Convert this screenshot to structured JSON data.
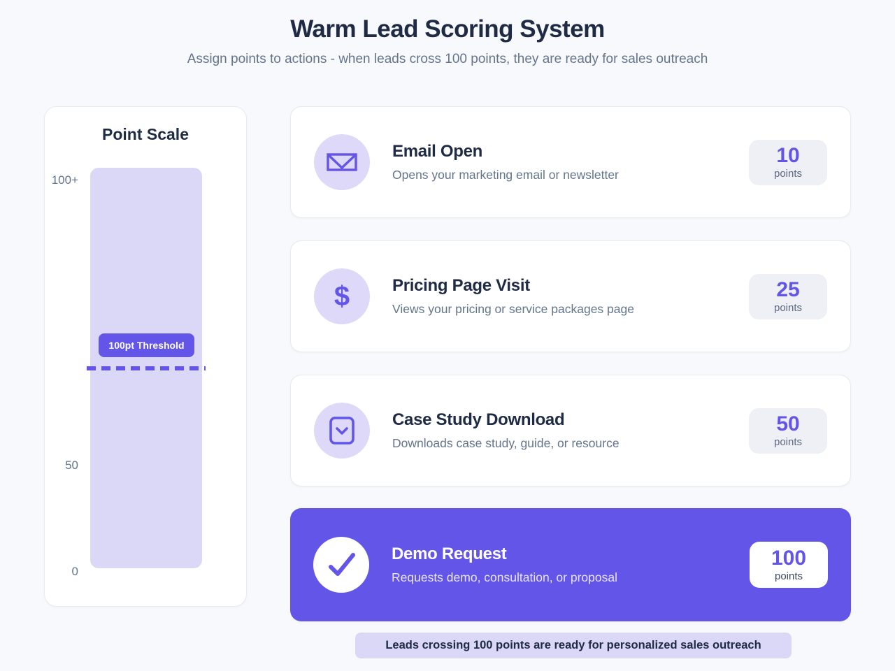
{
  "header": {
    "title": "Warm Lead Scoring System",
    "subtitle": "Assign points to actions - when leads cross 100 points, they are ready for sales outreach"
  },
  "scale_panel": {
    "title": "Point Scale",
    "ticks": [
      {
        "label": "100+",
        "value": 100
      },
      {
        "label": "50",
        "value": 50
      },
      {
        "label": "0",
        "value": 0
      }
    ],
    "threshold_badge": "100pt Threshold",
    "threshold_value": 100
  },
  "actions": [
    {
      "name": "Email Open",
      "description": "Opens your marketing email or newsletter",
      "points": "10",
      "points_label": "points",
      "icon": "envelope-icon",
      "highlighted": false
    },
    {
      "name": "Pricing Page Visit",
      "description": "Views your pricing or service packages page",
      "points": "25",
      "points_label": "points",
      "icon": "dollar-icon",
      "icon_glyph": "$",
      "highlighted": false
    },
    {
      "name": "Case Study Download",
      "description": "Downloads case study, guide, or resource",
      "points": "50",
      "points_label": "points",
      "icon": "download-icon",
      "highlighted": false
    },
    {
      "name": "Demo Request",
      "description": "Requests demo, consultation, or proposal",
      "points": "100",
      "points_label": "points",
      "icon": "check-icon",
      "highlighted": true
    }
  ],
  "footer": {
    "note": "Leads crossing 100 points are ready for personalized sales outreach"
  },
  "colors": {
    "page_bg": "#f8f9fc",
    "card_bg": "#ffffff",
    "card_border": "#e7eaf2",
    "accent": "#6355e8",
    "accent_soft": "#dad8f6",
    "icon_circle_bg": "#ded9f8",
    "badge_bg": "#eef0f6",
    "text_dark": "#1f2a44",
    "text_muted": "#64748b",
    "points_label": "#5c6880"
  }
}
